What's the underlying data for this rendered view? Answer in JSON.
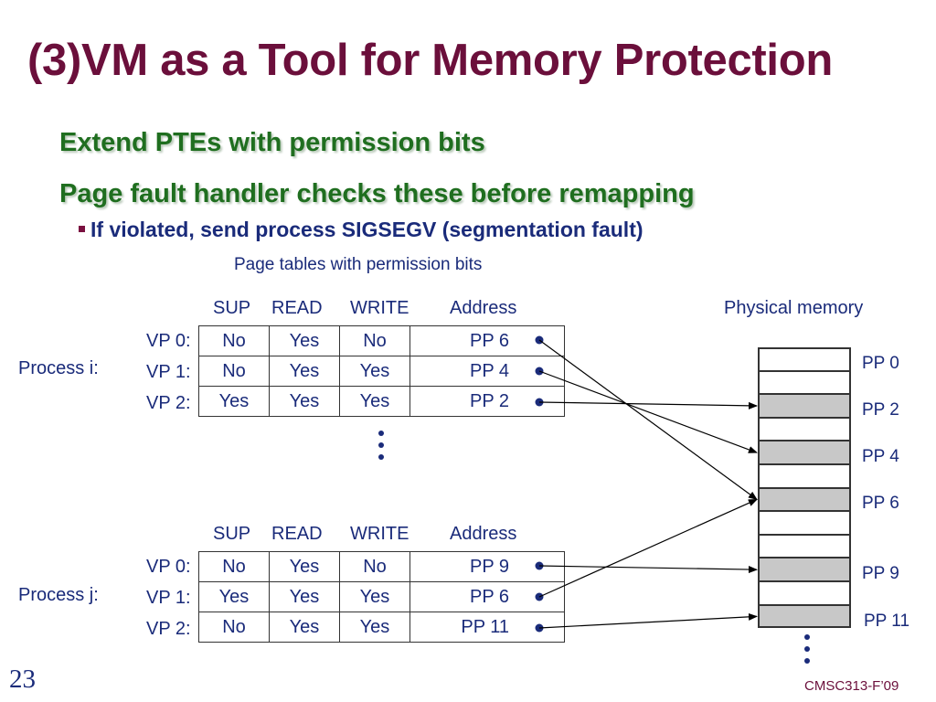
{
  "slide": {
    "title": "(3)VM as a Tool for Memory Protection",
    "bullets": [
      "Extend PTEs with permission bits",
      "Page fault handler checks these before remapping"
    ],
    "sub_bullet": "If violated, send process SIGSEGV (segmentation fault)",
    "caption": "Page tables with permission  bits",
    "page_number": "23",
    "course": "CMSC313-F’09"
  },
  "columns": [
    "SUP",
    "READ",
    "WRITE",
    "Address"
  ],
  "physical_memory": {
    "label": "Physical memory",
    "pages": [
      "PP 0",
      "PP 2",
      "PP 4",
      "PP 6",
      "PP 9",
      "PP 11"
    ],
    "filled_slots": [
      2,
      4,
      6,
      9,
      11
    ]
  },
  "processes": [
    {
      "label": "Process i:",
      "rows": [
        {
          "vp": "VP 0:",
          "sup": "No",
          "read": "Yes",
          "write": "No",
          "address": "PP 6",
          "target": 6
        },
        {
          "vp": "VP 1:",
          "sup": "No",
          "read": "Yes",
          "write": "Yes",
          "address": "PP 4",
          "target": 4
        },
        {
          "vp": "VP 2:",
          "sup": "Yes",
          "read": "Yes",
          "write": "Yes",
          "address": "PP 2",
          "target": 2
        }
      ]
    },
    {
      "label": "Process j:",
      "rows": [
        {
          "vp": "VP 0:",
          "sup": "No",
          "read": "Yes",
          "write": "No",
          "address": "PP 9",
          "target": 9
        },
        {
          "vp": "VP 1:",
          "sup": "Yes",
          "read": "Yes",
          "write": "Yes",
          "address": "PP 6",
          "target": 6
        },
        {
          "vp": "VP 2:",
          "sup": "No",
          "read": "Yes",
          "write": "Yes",
          "address": "PP 11",
          "target": 11
        }
      ]
    }
  ],
  "colors": {
    "title": "#6b0f3b",
    "bullet": "#1f6e1f",
    "text": "#1a2b7a",
    "filled_page": "#c8c8c8"
  }
}
